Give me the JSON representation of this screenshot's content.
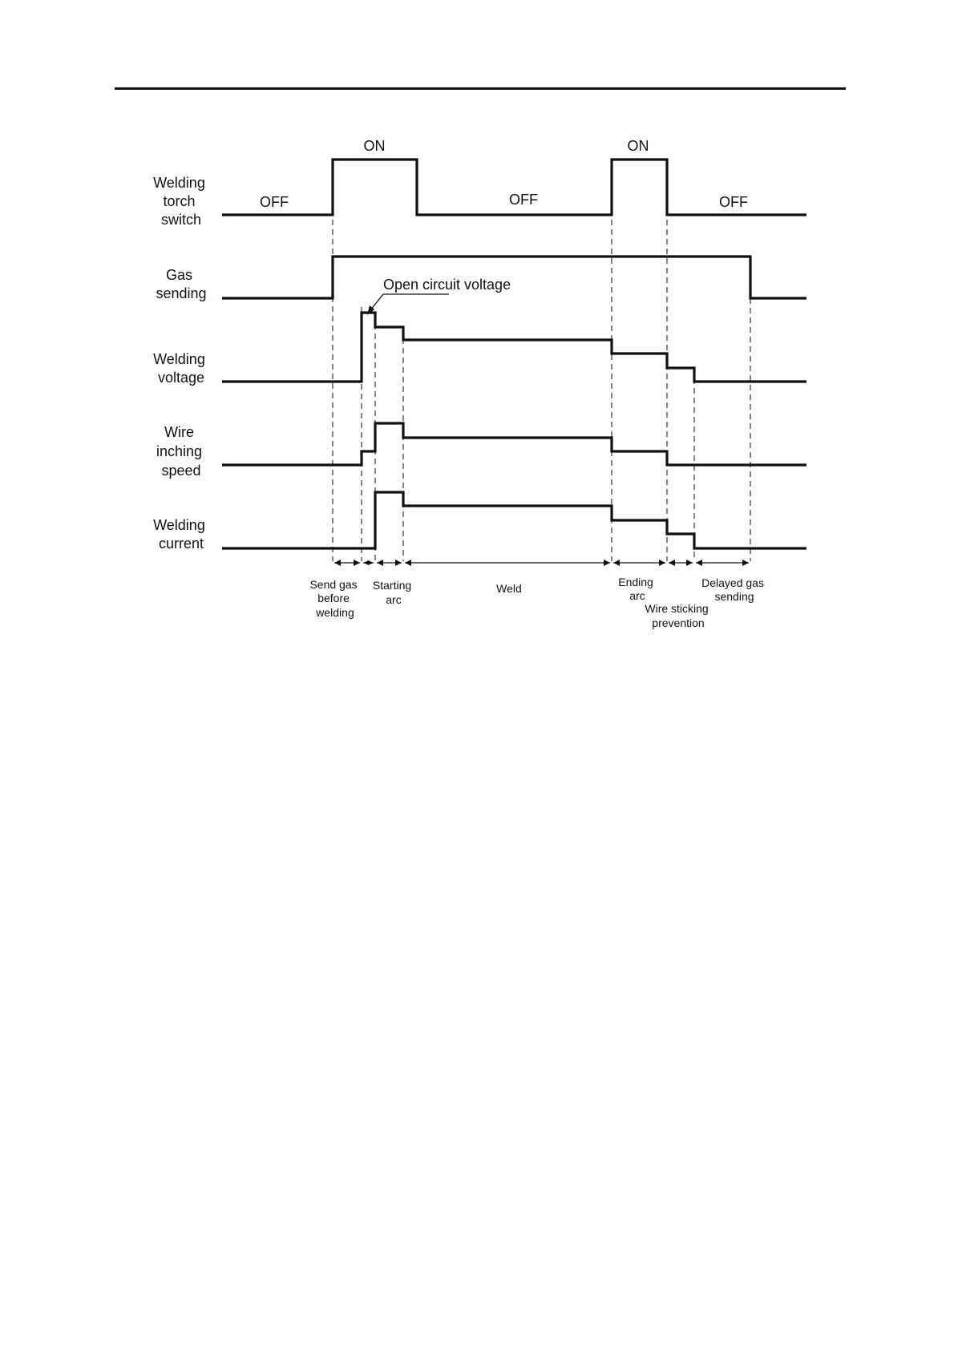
{
  "signals": [
    {
      "id": "torch",
      "lines": [
        "Welding",
        "torch",
        "switch"
      ]
    },
    {
      "id": "gas",
      "lines": [
        "Gas",
        "sending"
      ]
    },
    {
      "id": "voltage",
      "lines": [
        "Welding",
        "voltage"
      ]
    },
    {
      "id": "wire",
      "lines": [
        "Wire",
        "inching",
        "speed"
      ]
    },
    {
      "id": "current",
      "lines": [
        "Welding",
        "current"
      ]
    }
  ],
  "state_labels": {
    "on_1": "ON",
    "on_2": "ON",
    "off_1": "OFF",
    "off_2": "OFF",
    "off_3": "OFF"
  },
  "annotation": "Open circuit voltage",
  "phases": {
    "send_gas": [
      "Send gas",
      "before",
      "welding"
    ],
    "starting_arc": [
      "Starting",
      "arc"
    ],
    "weld": [
      "Weld"
    ],
    "ending_arc": [
      "Ending",
      "arc"
    ],
    "wire_sticking": [
      "Wire sticking",
      "prevention"
    ],
    "delayed_gas": [
      "Delayed gas",
      "sending"
    ]
  },
  "colors": {
    "line": "#111111",
    "dashed": "#333333"
  }
}
